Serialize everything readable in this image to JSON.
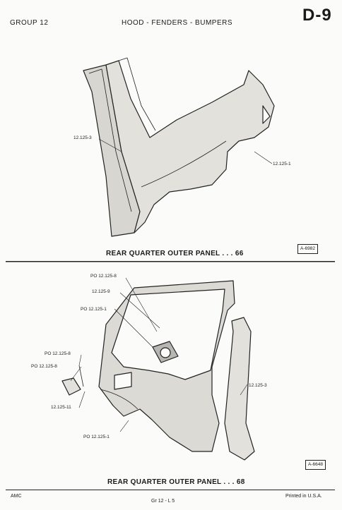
{
  "header": {
    "group": "GROUP 12",
    "title": "HOOD - FENDERS - BUMPERS",
    "page_id": "D-9"
  },
  "figure1": {
    "callouts": [
      "12.125-3",
      "12.125-1"
    ],
    "caption": "REAR QUARTER OUTER PANEL . . . 66",
    "ref": "A-6982"
  },
  "figure2": {
    "callouts": [
      "PO 12.125-8",
      "12.125-9",
      "PO 12.125-1",
      "PO 12.125-8",
      "PO 12.125-8",
      "12.125-11",
      "12.125-3",
      "PO 12.125-1"
    ],
    "caption": "REAR QUARTER OUTER PANEL . . . 68",
    "ref": "A-6648"
  },
  "footer": {
    "left": "AMC",
    "center": "Gr 12 - L 5",
    "right": "Printed in U.S.A."
  }
}
